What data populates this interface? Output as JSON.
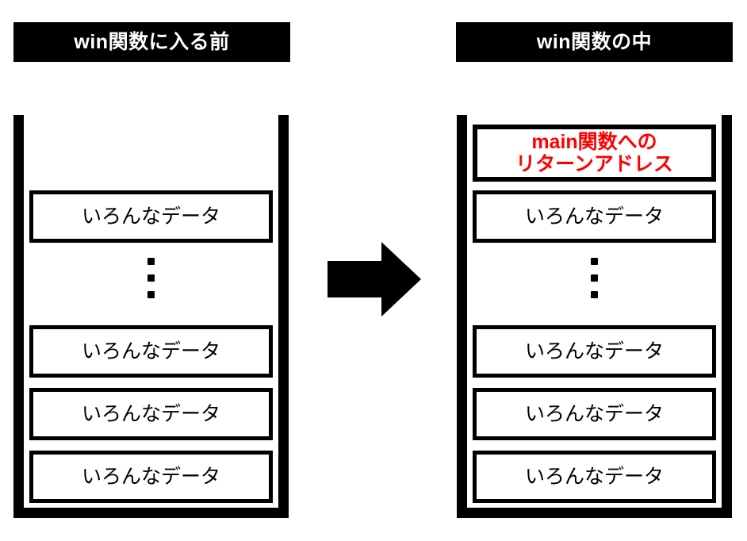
{
  "diagram": {
    "title_left": "win関数に入る前",
    "title_right": "win関数の中",
    "transition_icon": "right-arrow-icon",
    "ellipsis_icon": "vertical-ellipsis-icon",
    "colors": {
      "frame": "#000000",
      "background": "#ffffff",
      "banner_text": "#ffffff",
      "cell_text": "#000000",
      "accent": "#ff0000"
    },
    "left_stack": {
      "label": "win関数に入る前",
      "cells": [
        {
          "id": "data-1",
          "text": "いろんなデータ",
          "accent": false
        },
        {
          "id": "data-2",
          "text": "いろんなデータ",
          "accent": false
        },
        {
          "id": "data-3",
          "text": "いろんなデータ",
          "accent": false
        },
        {
          "id": "data-4",
          "text": "いろんなデータ",
          "accent": false
        }
      ]
    },
    "right_stack": {
      "label": "win関数の中",
      "return_address": {
        "id": "return-address",
        "line1": "main関数への",
        "line2": "リターンアドレス",
        "accent": true
      },
      "cells": [
        {
          "id": "data-1",
          "text": "いろんなデータ",
          "accent": false
        },
        {
          "id": "data-2",
          "text": "いろんなデータ",
          "accent": false
        },
        {
          "id": "data-3",
          "text": "いろんなデータ",
          "accent": false
        },
        {
          "id": "data-4",
          "text": "いろんなデータ",
          "accent": false
        }
      ]
    }
  }
}
